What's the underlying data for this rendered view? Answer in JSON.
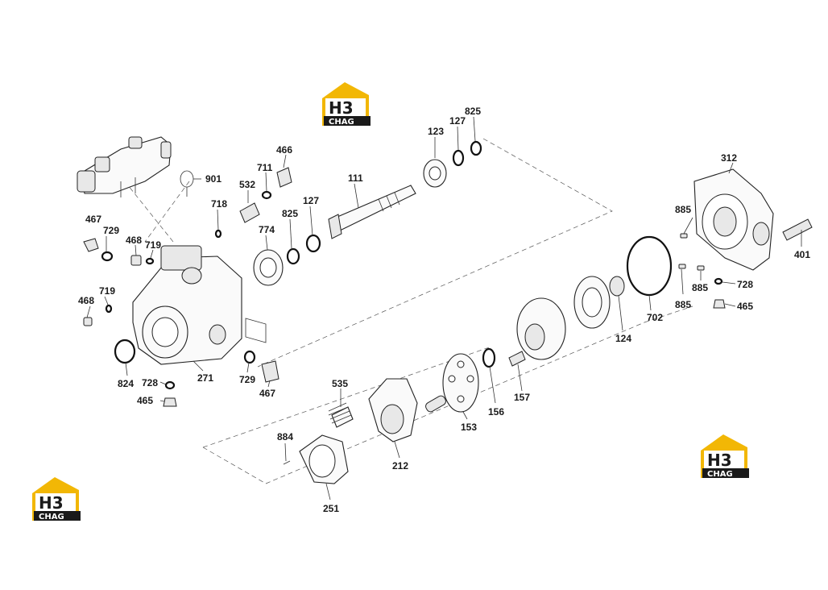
{
  "logo": {
    "main": "H3",
    "sub": "CHAG"
  },
  "parts": {
    "p123": "123",
    "p127a": "127",
    "p825a": "825",
    "p466": "466",
    "p711": "711",
    "p901": "901",
    "p532": "532",
    "p718": "718",
    "p111": "111",
    "p127b": "127",
    "p825b": "825",
    "p774": "774",
    "p467a": "467",
    "p729a": "729",
    "p468a": "468",
    "p719a": "719",
    "p719b": "719",
    "p468b": "468",
    "p824": "824",
    "p728a": "728",
    "p465a": "465",
    "p271": "271",
    "p729b": "729",
    "p467b": "467",
    "p312": "312",
    "p885a": "885",
    "p401": "401",
    "p885b": "885",
    "p885c": "885",
    "p728b": "728",
    "p465b": "465",
    "p702": "702",
    "p124": "124",
    "p535": "535",
    "p157": "157",
    "p156": "156",
    "p153": "153",
    "p884": "884",
    "p212": "212",
    "p251": "251"
  }
}
